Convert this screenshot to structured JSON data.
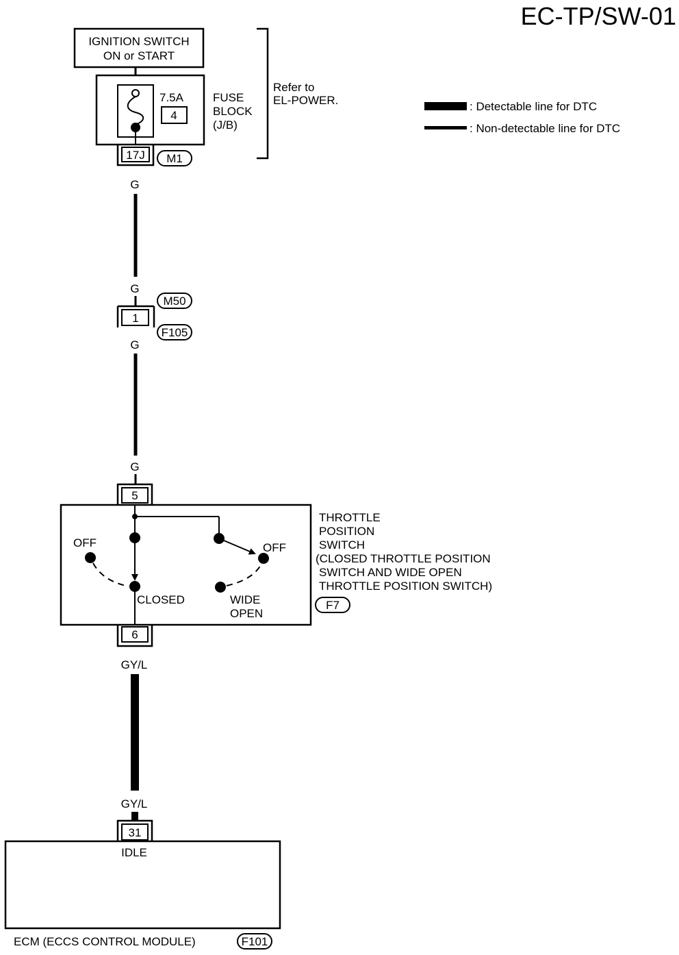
{
  "diagram": {
    "title": "EC-TP/SW-01",
    "legend": {
      "detectable": ": Detectable line for DTC",
      "non_detectable": ": Non-detectable line for DTC"
    },
    "ignition_switch": {
      "line1": "IGNITION SWITCH",
      "line2": "ON or START"
    },
    "fuse": {
      "rating": "7.5A",
      "number": "4"
    },
    "fuse_block": {
      "line1": "FUSE",
      "line2": "BLOCK",
      "line3": "(J/B)"
    },
    "refer": {
      "line1": "Refer to",
      "line2": "EL-POWER."
    },
    "connectors": {
      "c17j": "17J",
      "m1": "M1",
      "m50": "M50",
      "c1": "1",
      "f105": "F105",
      "c5": "5",
      "c6": "6",
      "f7": "F7",
      "c31": "31",
      "f101": "F101"
    },
    "wire_colors": {
      "g1": "G",
      "g2": "G",
      "g3": "G",
      "g4": "G",
      "gyl1": "GY/L",
      "gyl2": "GY/L"
    },
    "switch": {
      "off_left": "OFF",
      "off_right": "OFF",
      "closed": "CLOSED",
      "wide": "WIDE",
      "open": "OPEN"
    },
    "tps": {
      "line1": "THROTTLE",
      "line2": "POSITION",
      "line3": "SWITCH",
      "line4": "(CLOSED THROTTLE POSITION",
      "line5": "SWITCH AND WIDE OPEN",
      "line6": "THROTTLE POSITION SWITCH)"
    },
    "ecm": {
      "idle": "IDLE",
      "label": "ECM (ECCS  CONTROL  MODULE)"
    }
  }
}
